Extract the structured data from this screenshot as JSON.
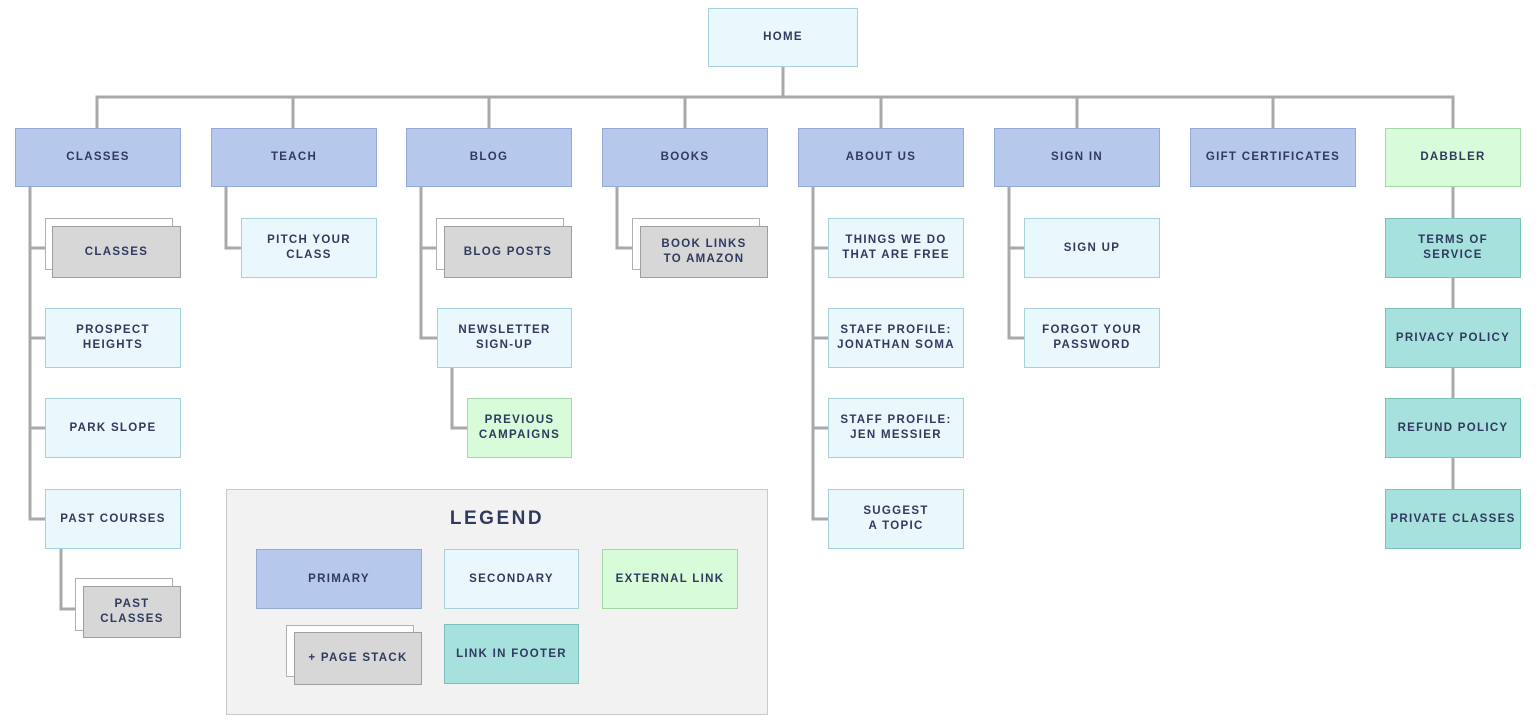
{
  "sitemap": {
    "home": "HOME",
    "sections": {
      "classes": {
        "label": "CLASSES",
        "children": {
          "classes_stack": "CLASSES",
          "prospect_heights": "PROSPECT\nHEIGHTS",
          "park_slope": "PARK SLOPE",
          "past_courses": "PAST COURSES",
          "past_classes_stack": "PAST\nCLASSES"
        }
      },
      "teach": {
        "label": "TEACH",
        "children": {
          "pitch_your_class": "PITCH YOUR\nCLASS"
        }
      },
      "blog": {
        "label": "BLOG",
        "children": {
          "blog_posts_stack": "BLOG POSTS",
          "newsletter_signup": "NEWSLETTER\nSIGN-UP",
          "previous_campaigns": "PREVIOUS\nCAMPAIGNS"
        }
      },
      "books": {
        "label": "BOOKS",
        "children": {
          "book_links_stack": "BOOK LINKS\nTO AMAZON"
        }
      },
      "about_us": {
        "label": "ABOUT US",
        "children": {
          "things_free": "THINGS WE DO\nTHAT ARE FREE",
          "staff_jonathan": "STAFF PROFILE:\nJONATHAN SOMA",
          "staff_jen": "STAFF PROFILE:\nJEN MESSIER",
          "suggest_topic": "SUGGEST\nA TOPIC"
        }
      },
      "sign_in": {
        "label": "SIGN IN",
        "children": {
          "sign_up": "SIGN UP",
          "forgot_password": "FORGOT YOUR\nPASSWORD"
        }
      },
      "gift_certificates": {
        "label": "GIFT CERTIFICATES"
      },
      "dabbler": {
        "label": "DABBLER",
        "children": {
          "terms": "TERMS OF\nSERVICE",
          "privacy": "PRIVACY POLICY",
          "refund": "REFUND POLICY",
          "private_classes": "PRIVATE CLASSES"
        }
      }
    }
  },
  "legend": {
    "title": "LEGEND",
    "primary": "PRIMARY",
    "secondary": "SECONDARY",
    "external_link": "EXTERNAL LINK",
    "page_stack": "+ PAGE STACK",
    "link_in_footer": "LINK IN FOOTER"
  },
  "colors": {
    "primary": "#b6c8eb",
    "secondary": "#e9f8fd",
    "external_link": "#d8fbda",
    "page_stack": "#d7d7d7",
    "link_in_footer": "#a6e1dd",
    "connector": "#a9a9a9",
    "text": "#2f3a5e"
  }
}
